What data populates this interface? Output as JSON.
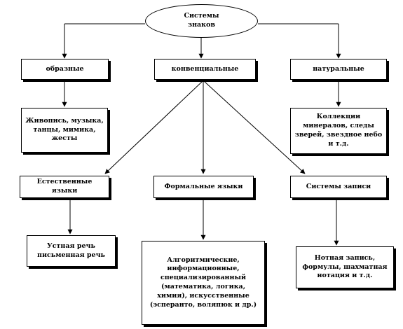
{
  "root": {
    "label": "Системы знаков"
  },
  "level1": {
    "figurative": "образные",
    "conventional": "конвенциальные",
    "natural": "натуральные"
  },
  "level2": {
    "figurative_examples": "Живопись, музыка, танцы, мимика, жесты",
    "natural_examples": "Коллекции минералов, следы зверей, звездное небо и т.д.",
    "natural_languages": "Естественные языки",
    "formal_languages": "Формальные языки",
    "writing_systems": "Системы записи"
  },
  "level3": {
    "speech": "Устная речь письменная речь",
    "formal_examples": "Алгоритмические, информационные, специализированный (математика, логика, химия), искусственные (эсперанто, воляпюк и др.)",
    "notation_examples": "Нотная запись, формулы, шахматная нотация и т.д."
  },
  "colors": {
    "line": "#000000",
    "background": "#ffffff"
  }
}
